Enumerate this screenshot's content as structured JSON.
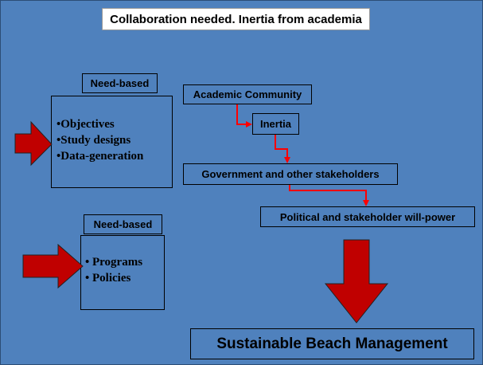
{
  "title": "Collaboration needed.  Inertia from academia",
  "upper_group": {
    "label": "Need-based",
    "items": [
      "•Objectives",
      "•Study designs",
      "•Data-generation"
    ]
  },
  "lower_group": {
    "label": "Need-based",
    "items": [
      "• Programs",
      "• Policies"
    ]
  },
  "flow": {
    "academic": "Academic Community",
    "inertia": "Inertia",
    "government": "Government and other stakeholders",
    "political": "Political and stakeholder will-power"
  },
  "outcome": "Sustainable Beach Management",
  "colors": {
    "background": "#4f81bd",
    "arrow_fill": "#c00000",
    "connector": "#ff0000"
  }
}
